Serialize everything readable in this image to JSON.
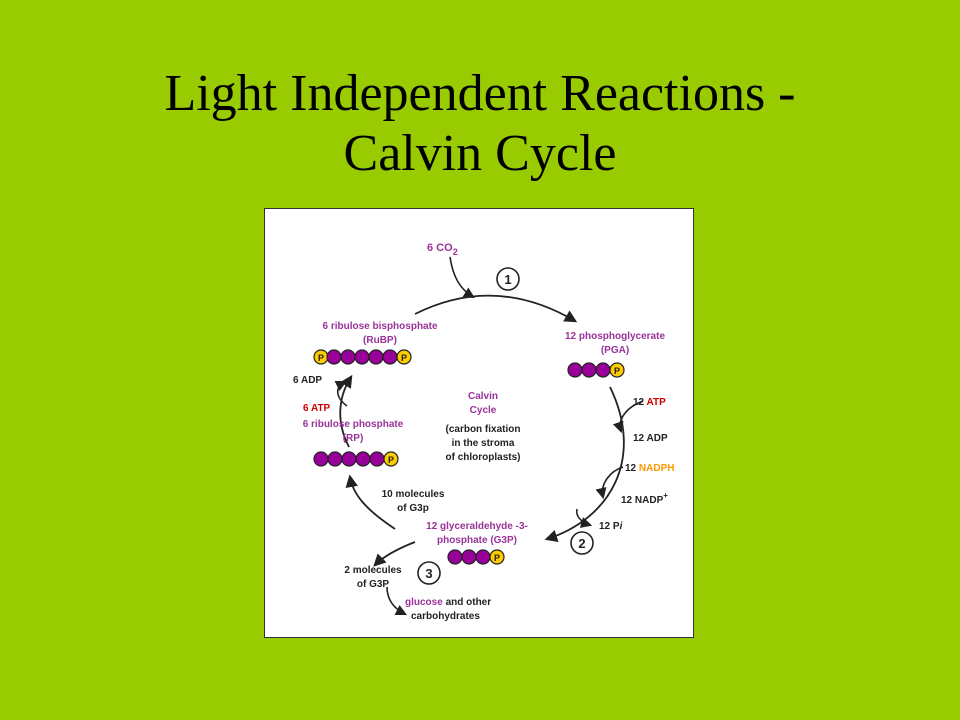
{
  "title": {
    "line1": "Light Independent Reactions -",
    "line2": "Calvin Cycle"
  },
  "colors": {
    "background": "#99cc00",
    "purple_label": "#993399",
    "carbon_ball": "#990099",
    "phosphate_ball": "#ffcc00",
    "atp_red": "#cc0000",
    "nadph_orange": "#ff9900",
    "arrow": "#222222"
  },
  "diagram": {
    "co2": {
      "label": "6 CO",
      "subscript": "2"
    },
    "steps": {
      "s1": "1",
      "s2": "2",
      "s3": "3"
    },
    "rubp": {
      "line1": "6 ribulose bisphosphate",
      "line2": "(RuBP)"
    },
    "pga": {
      "line1": "12 phosphoglycerate",
      "line2": "(PGA)"
    },
    "center": {
      "line1": "Calvin",
      "line2": "Cycle",
      "line3": "(carbon fixation",
      "line4": "in the stroma",
      "line5": "of chloroplasts)"
    },
    "rp": {
      "line1": "6 ribulose phosphate",
      "line2": "(RP)"
    },
    "adp6": "6 ADP",
    "atp6": {
      "num": "6 ",
      "name": "ATP"
    },
    "atp12": {
      "num": "12 ",
      "name": "ATP"
    },
    "adp12": "12 ADP",
    "nadph12": {
      "num": "12 ",
      "name": "NADPH"
    },
    "nadp12": {
      "text": "12 NADP",
      "sup": "+"
    },
    "pi12": {
      "text": "12 P",
      "italic": "i"
    },
    "g3p12": {
      "line1": "12 glyceraldehyde -3-",
      "line2": "phosphate (G3P)"
    },
    "ten_g3p": {
      "line1": "10 molecules",
      "line2": "of G3p"
    },
    "two_g3p": {
      "line1": "2 molecules",
      "line2": "of G3P"
    },
    "glucose": {
      "word": "glucose",
      "rest": " and other",
      "line2": "carbohydrates"
    },
    "phosphate_symbol": "P"
  }
}
